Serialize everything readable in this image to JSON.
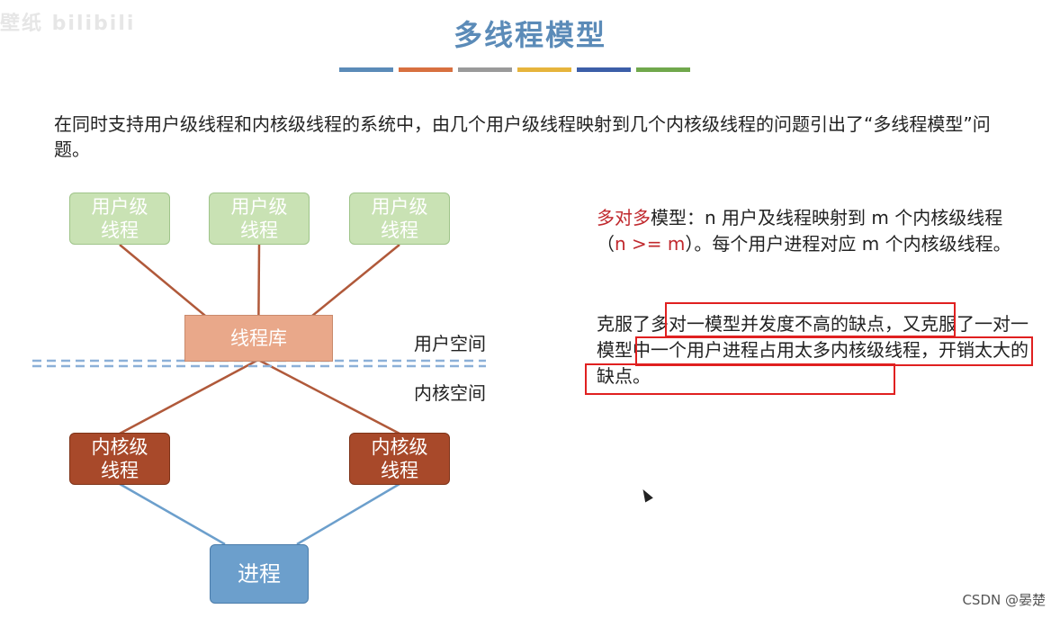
{
  "watermark": "壁纸 bilibili",
  "title": "多线程模型",
  "color_bar": [
    "#5b8bb8",
    "#d87040",
    "#9a9a9a",
    "#e6b43c",
    "#3c5ea8",
    "#70a84c"
  ],
  "intro": "在同时支持用户级线程和内核级线程的系统中，由几个用户级线程映射到几个内核级线程的问题引出了“多线程模型”问题。",
  "diagram": {
    "user_threads": [
      {
        "line1": "用户级",
        "line2": "线程"
      },
      {
        "line1": "用户级",
        "line2": "线程"
      },
      {
        "line1": "用户级",
        "line2": "线程"
      }
    ],
    "library": "线程库",
    "user_space": "用户空间",
    "kernel_space": "内核空间",
    "kernel_threads": [
      {
        "line1": "内核级",
        "line2": "线程"
      },
      {
        "line1": "内核级",
        "line2": "线程"
      }
    ],
    "process": "进程"
  },
  "description": {
    "model_name": "多对多",
    "p1_rest_a": "模型：n 用户及线程映射到 m 个内核级线程（",
    "p1_condition": "n >= m",
    "p1_rest_b": "）。每个用户进程对应 m 个内核级线程。",
    "p2": "克服了多对一模型并发度不高的缺点，又克服了一对一模型中一个用户进程占用太多内核级线程，开销太大的缺点。"
  },
  "footer": "CSDN @晏楚"
}
